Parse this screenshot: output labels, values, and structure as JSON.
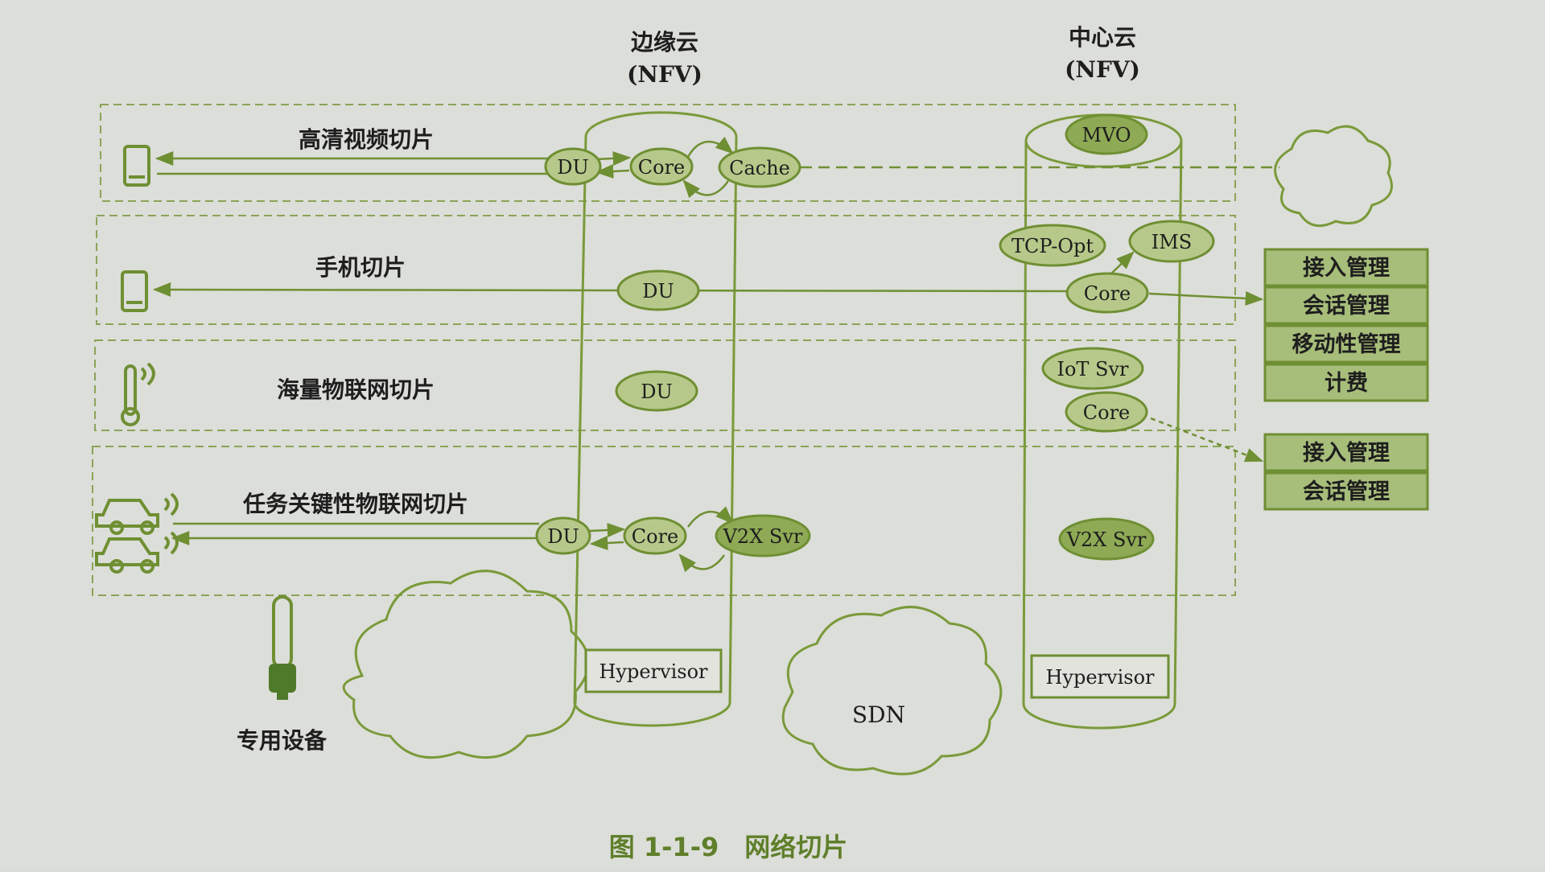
{
  "figure": {
    "caption": "图 1-1-9　网络切片",
    "edge_cloud": {
      "title": "边缘云",
      "subtitle": "(NFV)"
    },
    "center_cloud": {
      "title": "中心云",
      "subtitle": "(NFV)"
    },
    "hypervisor": "Hypervisor",
    "sdn": "SDN",
    "slices": {
      "hd_video": "高清视频切片",
      "phone": "手机切片",
      "massive_iot": "海量物联网切片",
      "critical_iot": "任务关键性物联网切片"
    },
    "dedicated_device": "专用设备",
    "nodes": {
      "du": "DU",
      "core": "Core",
      "cache": "Cache",
      "v2x": "V2X Svr",
      "mvo": "MVO",
      "tcp_opt": "TCP-Opt",
      "ims": "IMS",
      "iot_svr": "IoT Svr"
    },
    "functions_group1": [
      "接入管理",
      "会话管理",
      "移动性管理",
      "计费"
    ],
    "functions_group2": [
      "接入管理",
      "会话管理"
    ]
  },
  "colors": {
    "accent": "#7a9a3a",
    "node_fill": "#b7c98a",
    "node_fill_dark": "#8faa55",
    "box_fill": "#a7bd7a",
    "text": "#1e1e1e",
    "background": "#d9dbd6"
  }
}
